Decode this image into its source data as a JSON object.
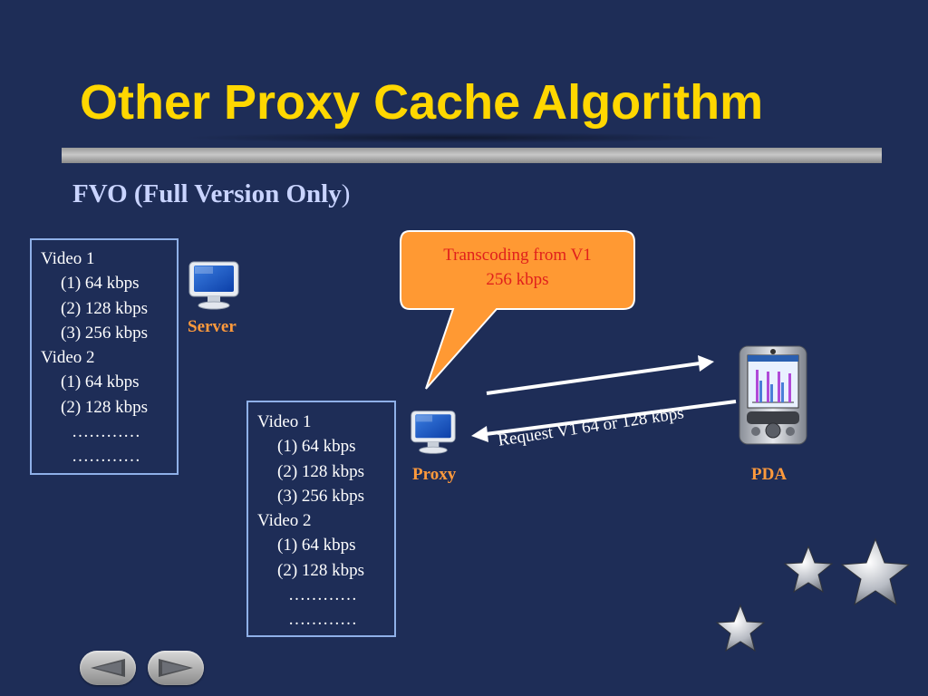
{
  "slide": {
    "title": "Other Proxy Cache Algorithm",
    "subtitle_bold": "FVO (Full Version Only",
    "subtitle_paren": ")"
  },
  "server_cache": {
    "lines": [
      {
        "text": "Video 1",
        "level": 0
      },
      {
        "text": "(1) 64 kbps",
        "level": 1
      },
      {
        "text": "(2) 128 kbps",
        "level": 1
      },
      {
        "text": "(3) 256 kbps",
        "level": 1
      },
      {
        "text": "Video 2",
        "level": 0
      },
      {
        "text": "(1) 64 kbps",
        "level": 1
      },
      {
        "text": "(2) 128 kbps",
        "level": 1
      },
      {
        "text": "…………",
        "level": 2
      },
      {
        "text": "…………",
        "level": 2
      }
    ]
  },
  "proxy_cache": {
    "lines": [
      {
        "text": "Video 1",
        "level": 0
      },
      {
        "text": "(1) 64 kbps",
        "level": 1
      },
      {
        "text": "(2) 128 kbps",
        "level": 1
      },
      {
        "text": "(3) 256 kbps",
        "level": 1
      },
      {
        "text": "Video 2",
        "level": 0
      },
      {
        "text": "(1) 64 kbps",
        "level": 1
      },
      {
        "text": "(2) 128 kbps",
        "level": 1
      },
      {
        "text": "…………",
        "level": 2
      },
      {
        "text": "…………",
        "level": 2
      }
    ]
  },
  "nodes": {
    "server": "Server",
    "proxy": "Proxy",
    "pda": "PDA"
  },
  "callout": {
    "line1": "Transcoding from V1",
    "line2": "256 kbps"
  },
  "request_label": "Request V1 64 or 128 kbps",
  "colors": {
    "background": "#1e2d57",
    "title": "#ffd700",
    "node_label": "#ff9a3c",
    "callout_fill": "#ff9933",
    "callout_text": "#e0201c"
  },
  "icons": {
    "server": "computer-monitor-icon",
    "proxy": "computer-monitor-icon",
    "pda": "pda-device-icon",
    "prev": "previous-slide-icon",
    "next": "next-slide-icon",
    "decoration": "star-icon"
  }
}
